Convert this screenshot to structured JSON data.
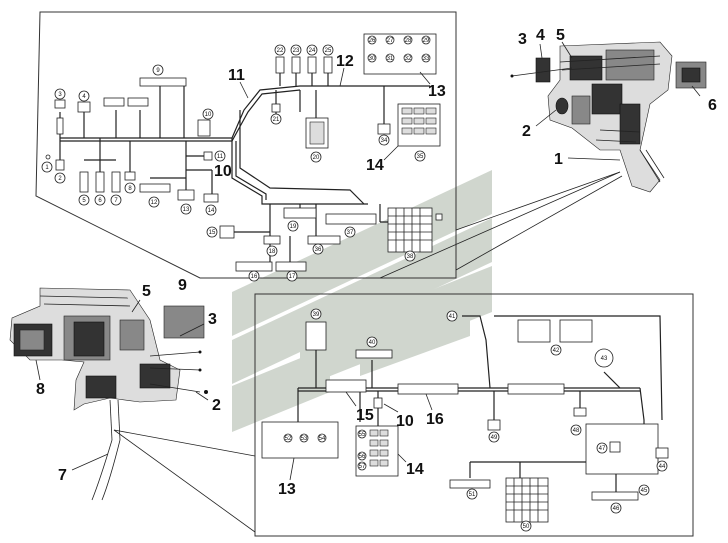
{
  "top_callouts": {
    "n11": "11",
    "n12": "12",
    "n13": "13",
    "n14": "14",
    "n10": "10"
  },
  "right_callouts": {
    "n3": "3",
    "n4": "4",
    "n5": "5",
    "n6": "6",
    "n2": "2",
    "n1": "1"
  },
  "left_callouts": {
    "n5": "5",
    "n9": "9",
    "n3": "3",
    "n8": "8",
    "n2": "2",
    "n7": "7"
  },
  "bottom_callouts": {
    "n15": "15",
    "n10": "10",
    "n16": "16",
    "n13": "13",
    "n14": "14"
  },
  "connectors_top": [
    "1",
    "2",
    "3",
    "4",
    "5",
    "6",
    "7",
    "8",
    "9",
    "10",
    "11",
    "12",
    "13",
    "14",
    "15",
    "16",
    "17",
    "18",
    "19",
    "20",
    "21",
    "22",
    "23",
    "24",
    "25",
    "26",
    "27",
    "28",
    "29",
    "30",
    "31",
    "32",
    "33",
    "34",
    "35",
    "36",
    "37",
    "38"
  ],
  "connectors_bottom": [
    "39",
    "40",
    "41",
    "42",
    "43",
    "44",
    "45",
    "46",
    "47",
    "48",
    "49",
    "50",
    "51",
    "52",
    "53",
    "54",
    "55",
    "56",
    "57"
  ],
  "colors": {
    "watermark": "#c8cfc6",
    "line": "#222222"
  }
}
